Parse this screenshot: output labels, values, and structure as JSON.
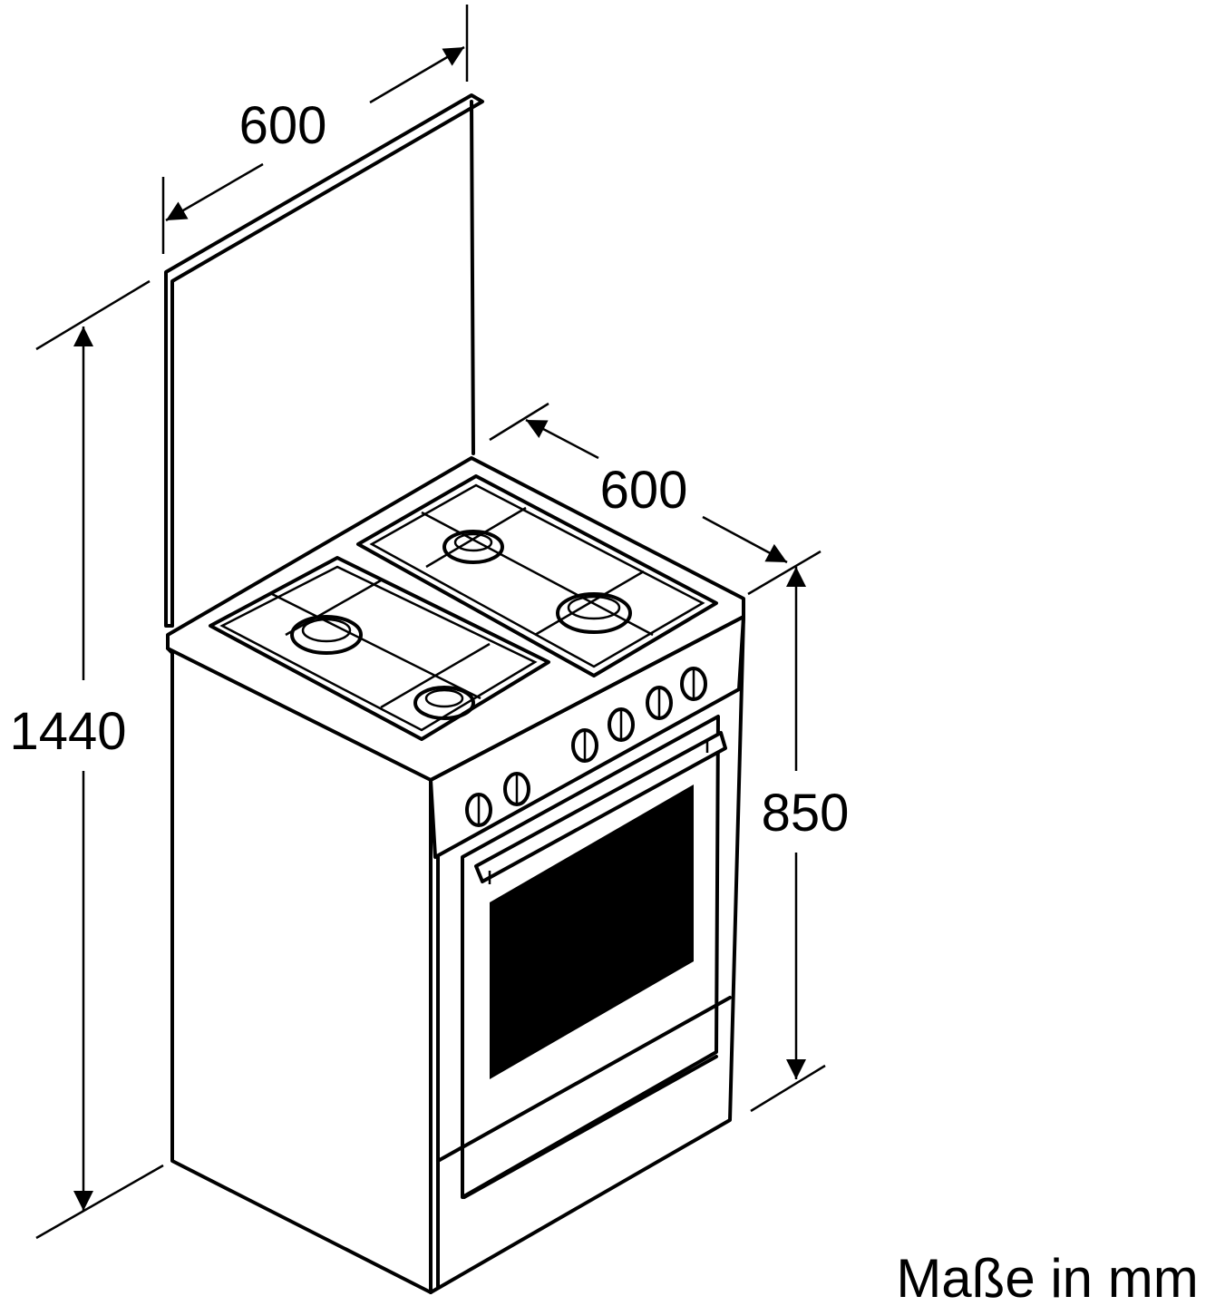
{
  "title": "Gas cooker dimension drawing",
  "dimensions": {
    "backsplash_width": "600",
    "depth": "600",
    "total_height": "1440",
    "body_height": "850"
  },
  "unit_note": "Maße in mm",
  "colors": {
    "line": "#000000",
    "door_glass": "#000000",
    "door_frame": "#7a7a7a",
    "background": "#ffffff"
  }
}
